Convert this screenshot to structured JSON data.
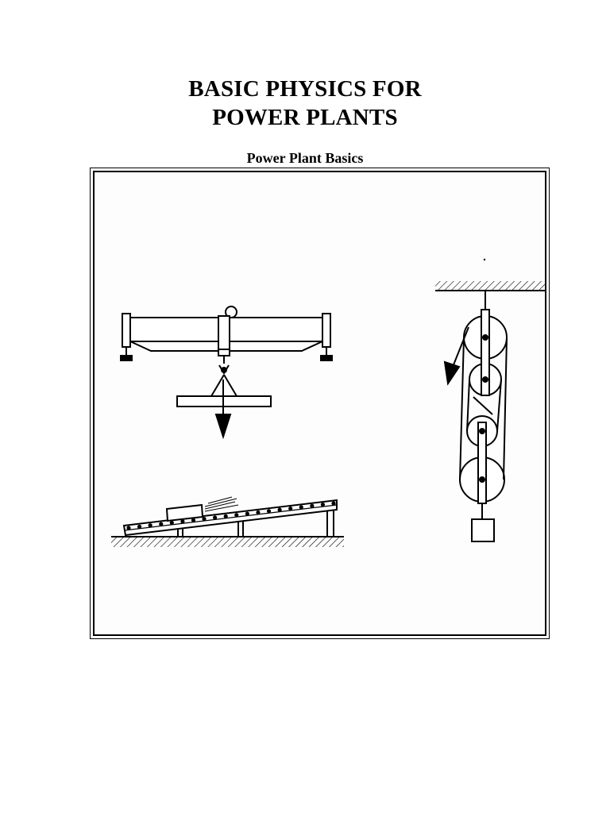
{
  "title": {
    "line1": "BASIC PHYSICS FOR",
    "line2": "POWER PLANTS"
  },
  "subtitle": "Power Plant Basics",
  "illustrations": {
    "crane": "overhead-crane-lifting-beam",
    "pulley": "block-and-tackle-pulley-system",
    "ramp": "inclined-roller-conveyor"
  }
}
